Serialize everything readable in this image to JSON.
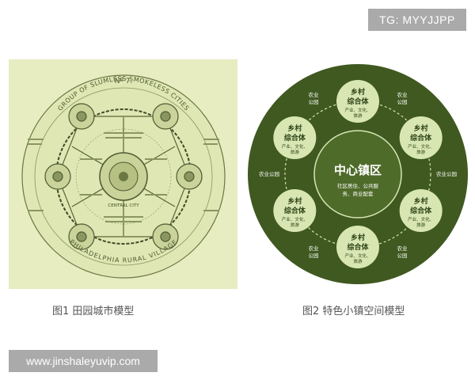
{
  "watermarks": {
    "top_label": "TG: MYYJJPP",
    "bottom_label": "www.jinshaleyuvip.com"
  },
  "figure1": {
    "caption": "图1 田园城市模型",
    "number_label": "Nº 7.",
    "title_arc": "GROUP OF SLUMLESS SMOKELESS CITIES",
    "center_label": "CENTRAL CITY",
    "bottom_arc": "PHILADELPHIA RURAL VILLAGE",
    "colors": {
      "paper": "#e7ecc1",
      "ring": "#dfe7b4",
      "ink": "#4e5a32"
    }
  },
  "figure2": {
    "caption": "图2 特色小镇空间模型",
    "center_title": "中心镇区",
    "center_sub": "社区居住、公共服务、商业配套",
    "center_sub_line1": "社区居住、公共服",
    "center_sub_line2": "务、商业配套",
    "node_title_line1": "乡村",
    "node_title_line2": "综合体",
    "node_sub_line1": "产业、文化、",
    "node_sub_line2": "旅游",
    "between_label": "农业公园",
    "between_line1": "农业",
    "between_line2": "公园",
    "colors": {
      "dark": "#3f5920",
      "node": "#d8e6b4",
      "text_dark": "#2d4214",
      "text_light": "#ffffff"
    }
  }
}
